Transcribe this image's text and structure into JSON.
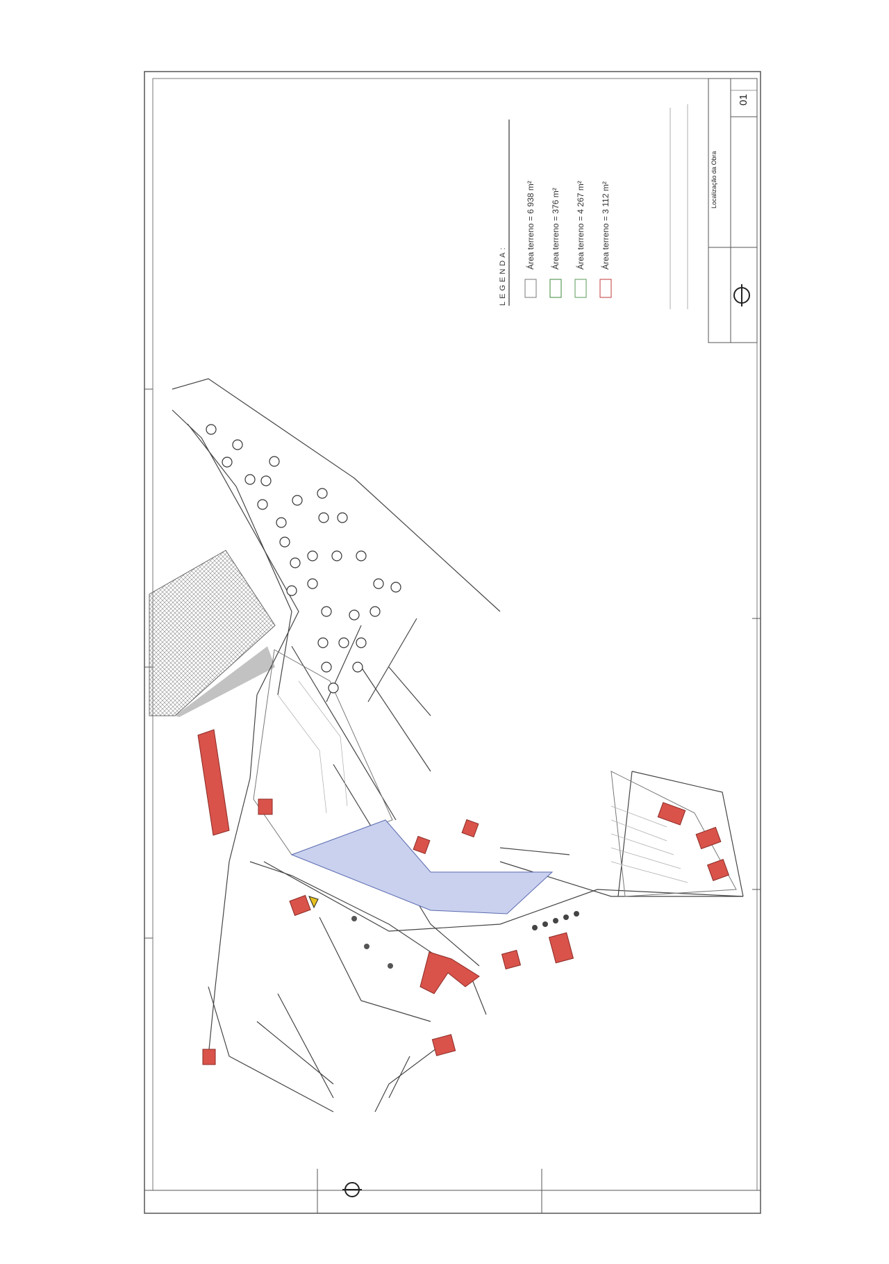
{
  "legend": {
    "title": "LEGENDA:",
    "items": [
      {
        "label": "Área terreno =",
        "value": "6 938 m²",
        "color": "#777777"
      },
      {
        "label": "Área terreno =",
        "value": "376 m²",
        "color": "#3b8a3b"
      },
      {
        "label": "Área terreno =",
        "value": "4 267 m²",
        "color": "#5a9a5a"
      },
      {
        "label": "Área terreno =",
        "value": "3 112 m²",
        "color": "#c23a3a"
      }
    ]
  },
  "title_block": {
    "title": "Localização da Obra",
    "sheet_number": "01"
  },
  "colors": {
    "building": "#d9534a",
    "highlight_area": "#c9d1ee",
    "hatch": "#888888",
    "line": "#333333"
  }
}
